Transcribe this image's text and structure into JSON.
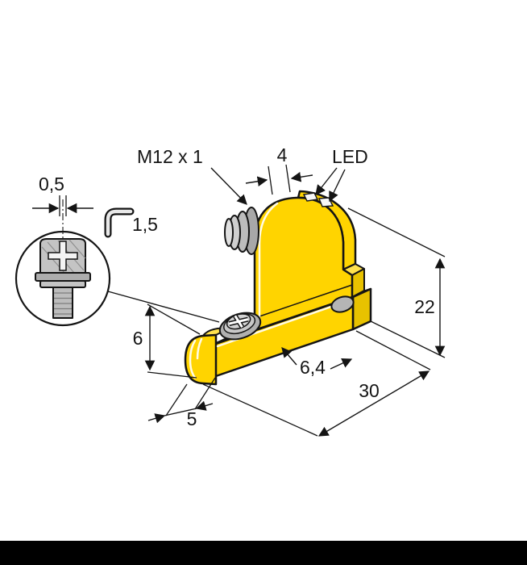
{
  "drawing": {
    "type": "dimensional-drawing",
    "subject": "sensor with M12 connector on mounting bracket, with screw detail view",
    "annotations": {
      "thread_size": "M12 x 1",
      "led_label": "LED",
      "top_width": "4",
      "screw_slot_width": "0,5",
      "hex_key_size": "1,5",
      "sensor_height": "22",
      "bracket_height": "6",
      "slot_length": "6,4",
      "bracket_length": "30",
      "end_cap_width": "5"
    },
    "colors": {
      "body_yellow": "#FFD400",
      "body_yellow_light": "#FFE14D",
      "body_yellow_dark": "#E8C200",
      "metal_gray": "#B5B5B5",
      "metal_gray_light": "#CFCFCF",
      "line_black": "#141414",
      "footer_black": "#000000"
    }
  }
}
